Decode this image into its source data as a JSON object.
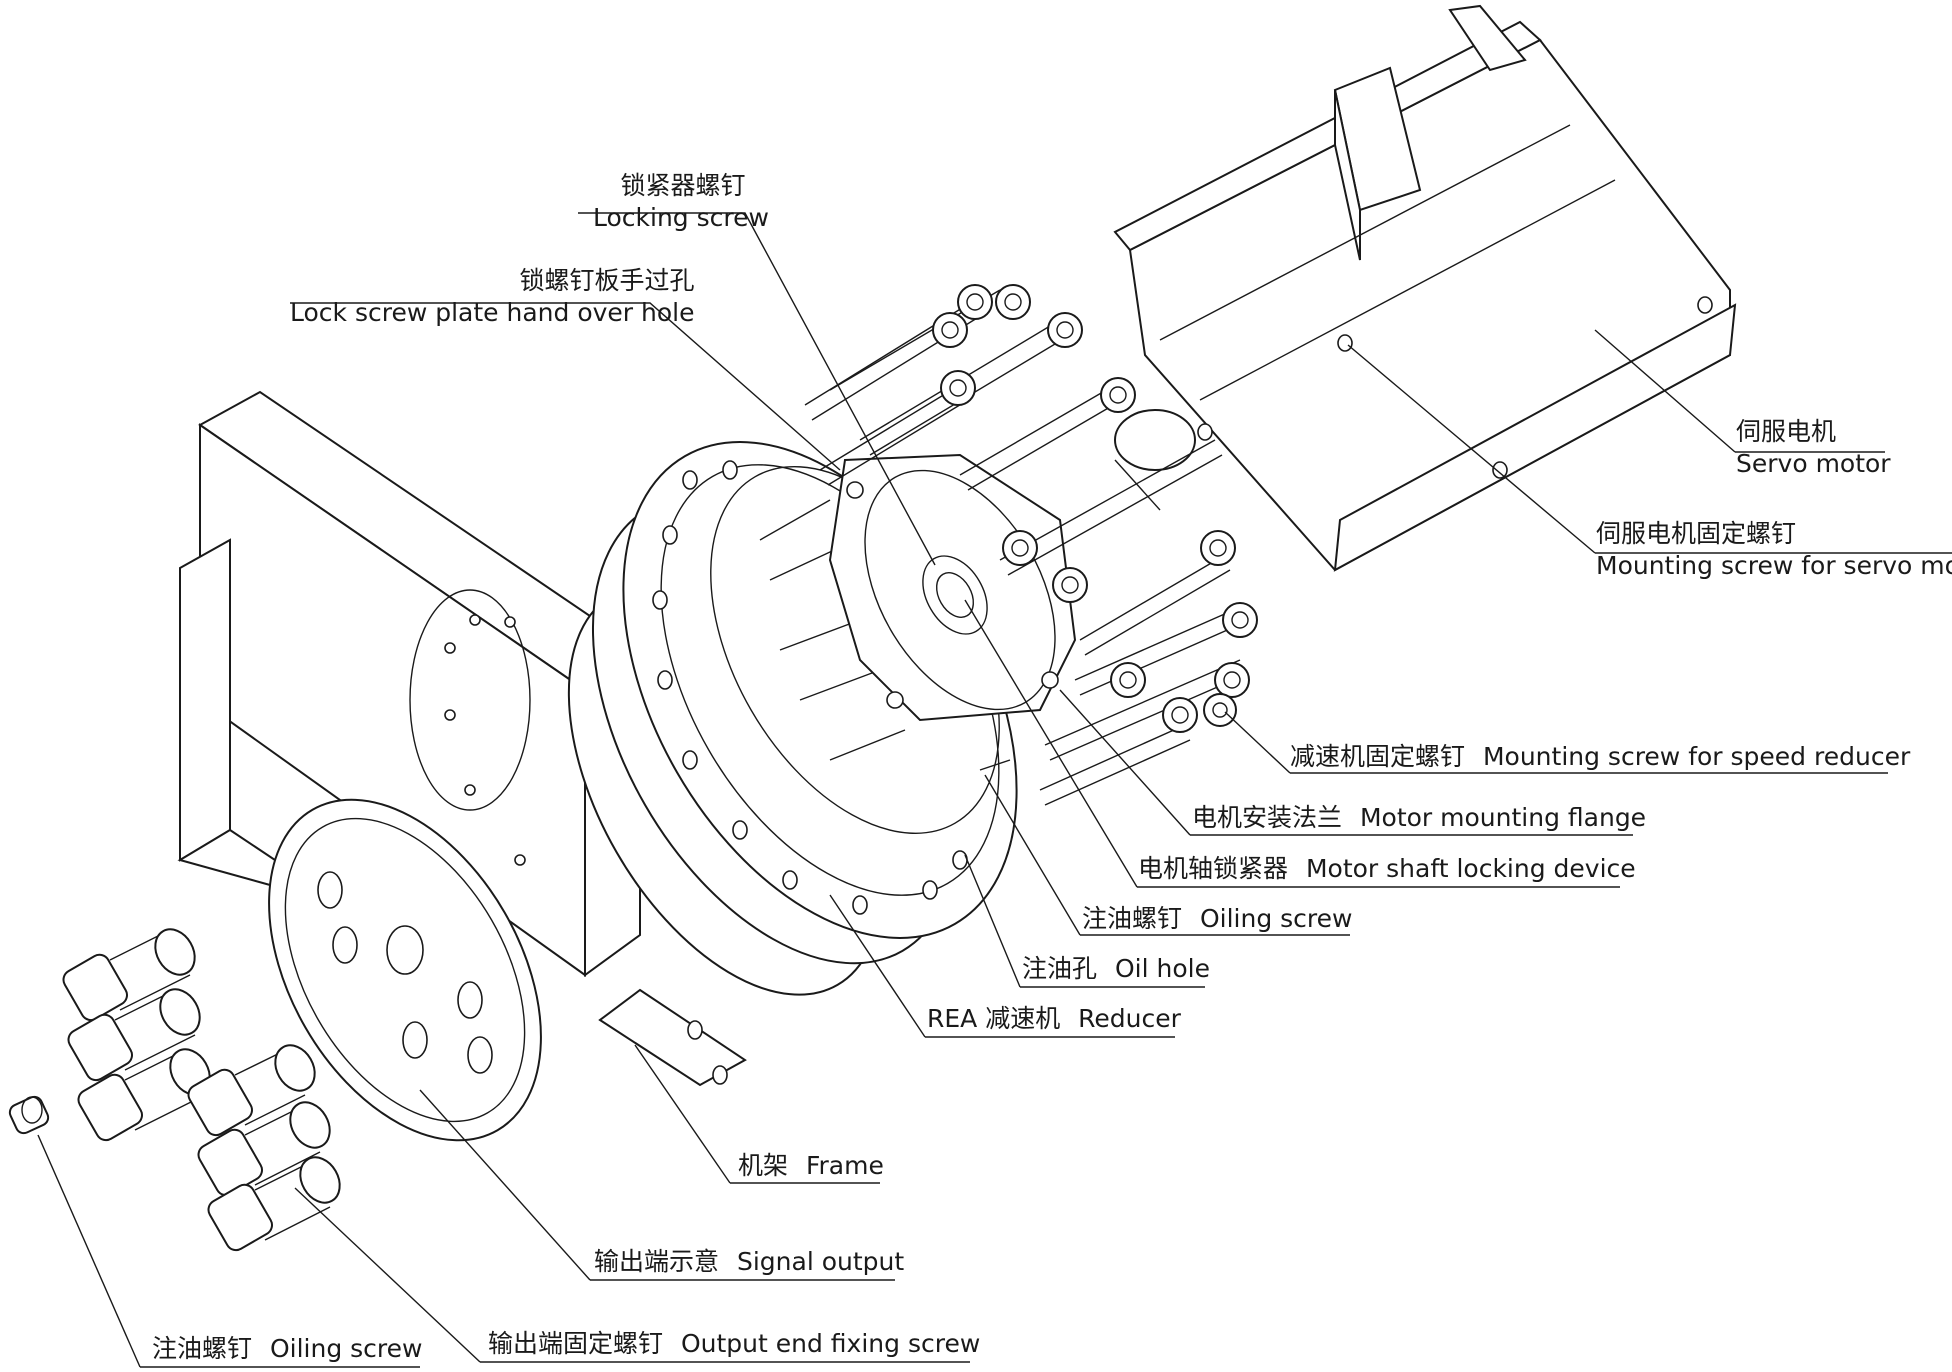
{
  "labels": {
    "locking_screw": {
      "zh": "锁紧器螺钉",
      "en": "Locking screw"
    },
    "lock_screw_plate": {
      "zh": "锁螺钉板手过孔",
      "en": "Lock screw plate hand over hole"
    },
    "servo_motor": {
      "zh": "伺服电机",
      "en": "Servo motor"
    },
    "servo_mounting_screw": {
      "zh": "伺服电机固定螺钉",
      "en": "Mounting screw for servo motor"
    },
    "reducer_mounting_screw": {
      "zh": "减速机固定螺钉",
      "en": "Mounting screw for speed reducer"
    },
    "motor_mounting_flange": {
      "zh": "电机安装法兰",
      "en": "Motor mounting flange"
    },
    "motor_shaft_locking": {
      "zh": "电机轴锁紧器",
      "en": "Motor shaft locking device"
    },
    "oiling_screw_upper": {
      "zh": "注油螺钉",
      "en": "Oiling screw"
    },
    "oil_hole": {
      "zh": "注油孔",
      "en": "Oil hole"
    },
    "reducer": {
      "zh": "REA 减速机",
      "en": "Reducer"
    },
    "frame": {
      "zh": "机架",
      "en": "Frame"
    },
    "signal_output": {
      "zh": "输出端示意",
      "en": "Signal output"
    },
    "output_end_screw": {
      "zh": "输出端固定螺钉",
      "en": "Output end fixing screw"
    },
    "oiling_screw_lower": {
      "zh": "注油螺钉",
      "en": "Oiling screw"
    }
  }
}
